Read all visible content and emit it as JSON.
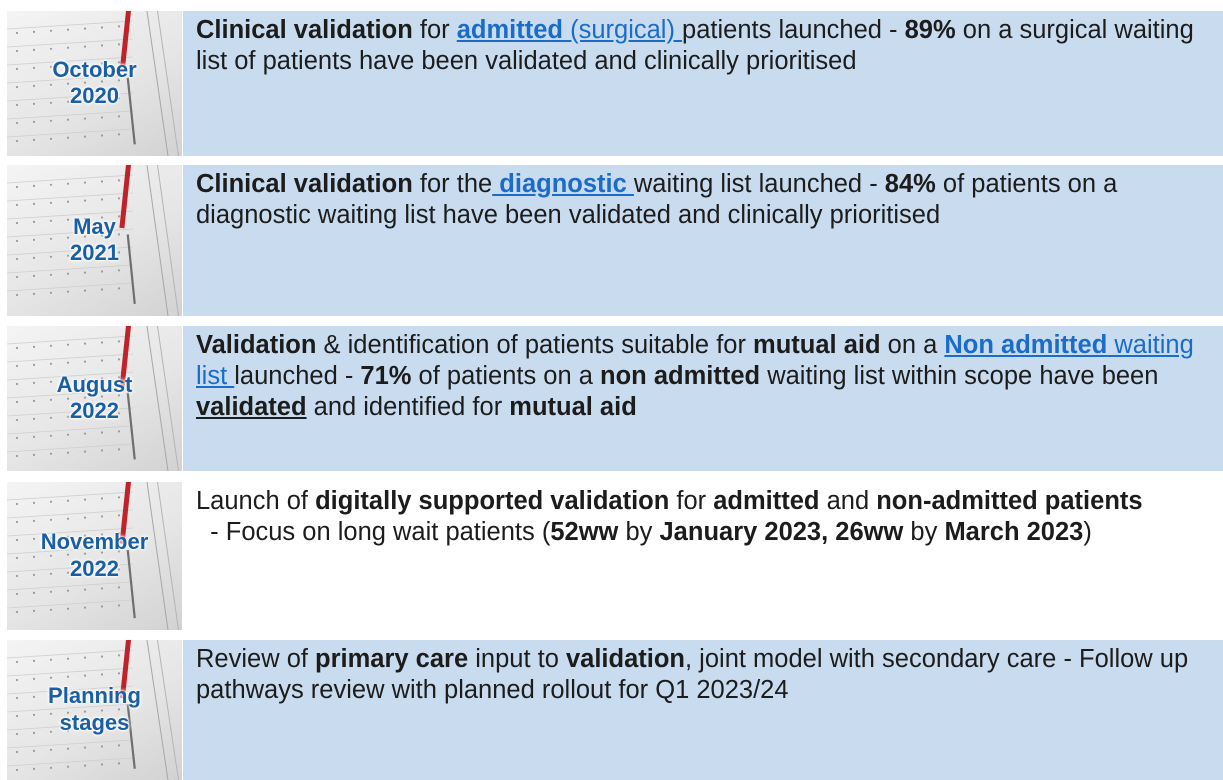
{
  "rows": [
    {
      "date_line1": "October",
      "date_line2": "2020",
      "t1": "Clinical validation",
      "t2": " for ",
      "t3": "admitted",
      "t4": " (surgical) ",
      "t5": "patients launched - ",
      "t6": "89%",
      "t7": " on a surgical waiting list of patients have been validated and clinically prioritised"
    },
    {
      "date_line1": "May",
      "date_line2": "2021",
      "t1": "Clinical validation",
      "t2": " for the",
      "t3": " diagnostic ",
      "t4": "waiting list launched - ",
      "t5": "84%",
      "t6": " of patients on a diagnostic waiting list have been validated and clinically prioritised"
    },
    {
      "date_line1": "August",
      "date_line2": "2022",
      "t1": "Validation",
      "t2": " & identification of patients suitable for ",
      "t3": "mutual aid",
      "t4": " on a ",
      "t5": "Non admitted",
      "t6": " waiting list ",
      "t7": "launched - ",
      "t8": "71%",
      "t9": " of patients on a ",
      "t10": "non admitted",
      "t11": " waiting list within scope have been ",
      "t12": "validated",
      "t13": " and identified for ",
      "t14": "mutual aid"
    },
    {
      "date_line1": "November",
      "date_line2": "2022",
      "t1": "Launch of ",
      "t2": "digitally supported validation",
      "t3": " for ",
      "t4": "admitted",
      "t5": " and ",
      "t6": "non-admitted patients",
      "t7": "  - Focus on long wait patients (",
      "t8": "52ww",
      "t9": " by ",
      "t10": "January 2023, 26ww",
      "t11": " by ",
      "t12": "March 2023",
      "t13": ")"
    },
    {
      "date_line1": "Planning",
      "date_line2": "stages",
      "t1": "Review of ",
      "t2": "primary care",
      "t3": " input to ",
      "t4": "validation",
      "t5": ", joint model with secondary care - Follow up pathways review with planned rollout for Q1 2023/24"
    }
  ]
}
